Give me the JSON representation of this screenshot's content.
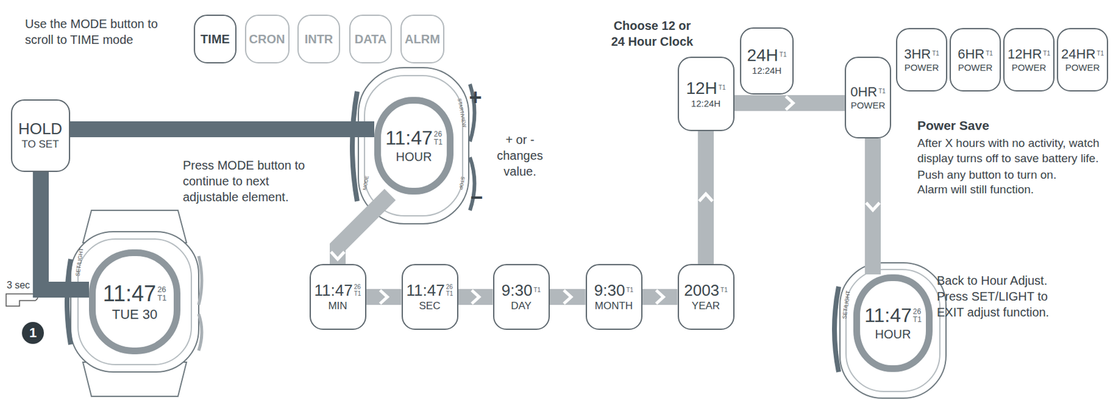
{
  "diagram": {
    "nodes": [
      {
        "text": [
          "TIME"
        ]
      },
      {
        "text": [
          "CRON"
        ]
      },
      {
        "text": [
          "INTR"
        ]
      },
      {
        "text": [
          "DATA"
        ]
      },
      {
        "text": [
          "ALRM"
        ]
      },
      {
        "text": [
          "HOLD",
          "TO SET"
        ]
      },
      {
        "text": [
          "11:47",
          "26",
          "T1",
          "TUE 30"
        ]
      },
      {
        "text": [
          "11:47",
          "26",
          "T1",
          "HOUR"
        ]
      },
      {
        "text": [
          "11:47",
          "26",
          "T1",
          "MIN"
        ]
      },
      {
        "text": [
          "11:47",
          "26",
          "T1",
          "SEC"
        ]
      },
      {
        "text": [
          "9:30",
          "T1",
          "DAY"
        ]
      },
      {
        "text": [
          "9:30",
          "T1",
          "MONTH"
        ]
      },
      {
        "text": [
          "2003",
          "T1",
          "YEAR"
        ]
      },
      {
        "text": [
          "12H",
          "T1",
          "12:24H"
        ]
      },
      {
        "text": [
          "24H",
          "T1",
          "12:24H"
        ]
      },
      {
        "text": [
          "0HR",
          "T1",
          "POWER"
        ]
      },
      {
        "text": [
          "3HR",
          "T1",
          "POWER"
        ]
      },
      {
        "text": [
          "6HR",
          "T1",
          "POWER"
        ]
      },
      {
        "text": [
          "12HR",
          "T1",
          "POWER"
        ]
      },
      {
        "text": [
          "24HR",
          "T1",
          "POWER"
        ]
      },
      {
        "text": [
          "11:47",
          "26",
          "T1",
          "HOUR"
        ]
      }
    ],
    "edges": [
      {
        "from": 6,
        "to": 5,
        "arrow": "none"
      },
      {
        "from": 5,
        "to": 7,
        "arrow": "none"
      },
      {
        "from": 7,
        "to": 8,
        "arrow": "to"
      },
      {
        "from": 8,
        "to": 9,
        "arrow": "to"
      },
      {
        "from": 9,
        "to": 10,
        "arrow": "to"
      },
      {
        "from": 10,
        "to": 11,
        "arrow": "to"
      },
      {
        "from": 11,
        "to": 12,
        "arrow": "to"
      },
      {
        "from": 12,
        "to": 13,
        "arrow": "to"
      },
      {
        "from": 13,
        "to": 15,
        "arrow": "to"
      },
      {
        "from": 15,
        "to": 20,
        "arrow": "to"
      }
    ],
    "labels": [
      "Use the MODE button to scroll to TIME mode",
      "3 sec",
      "1",
      "SET/LIGHT",
      "Press MODE button to continue to next adjustable element.",
      "START/VIEW",
      "MODE",
      "STOP",
      "+",
      "–",
      "+ or - changes value.",
      "Choose 12 or 24 Hour Clock",
      "Power Save",
      "After X hours with no activity, watch display turns off to save battery life.",
      "Push any button to turn on.",
      "Alarm will still function.",
      "Back to Hour Adjust.",
      "Press SET/LIGHT to EXIT adjust function.",
      "SET/LIGHT"
    ]
  }
}
